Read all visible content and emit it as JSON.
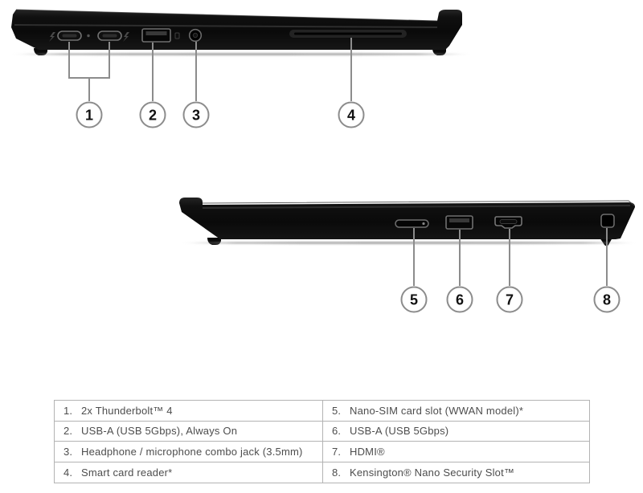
{
  "views": {
    "left_side": {
      "callouts": [
        {
          "num": "1",
          "target": "thunderbolt-ports"
        },
        {
          "num": "2",
          "target": "usb-a-port"
        },
        {
          "num": "3",
          "target": "audio-combo-jack"
        },
        {
          "num": "4",
          "target": "smart-card-reader-slot"
        }
      ]
    },
    "right_side": {
      "callouts": [
        {
          "num": "5",
          "target": "nano-sim-card-slot"
        },
        {
          "num": "6",
          "target": "usb-a-port"
        },
        {
          "num": "7",
          "target": "hdmi-port"
        },
        {
          "num": "8",
          "target": "kensington-nano-security-slot"
        }
      ]
    }
  },
  "legend_table": {
    "left_column": [
      {
        "num": "1.",
        "label": "2x Thunderbolt™ 4"
      },
      {
        "num": "2.",
        "label": "USB-A (USB 5Gbps), Always On"
      },
      {
        "num": "3.",
        "label": "Headphone / microphone combo jack (3.5mm)"
      },
      {
        "num": "4.",
        "label": "Smart card reader*"
      }
    ],
    "right_column": [
      {
        "num": "5.",
        "label": "Nano-SIM card slot (WWAN model)*"
      },
      {
        "num": "6.",
        "label": "USB-A (USB 5Gbps)"
      },
      {
        "num": "7.",
        "label": "HDMI®"
      },
      {
        "num": "8.",
        "label": "Kensington® Nano Security Slot™"
      }
    ]
  },
  "colors": {
    "background": "#ffffff",
    "laptop_body": "#0e0e0e",
    "port_outline": "#6f6f6f",
    "callout_line": "#8c8c8c",
    "callout_circle_border": "#8c8c8c",
    "callout_number": "#111111",
    "table_border": "#b3b3b3",
    "table_text": "#4d4d4d"
  }
}
